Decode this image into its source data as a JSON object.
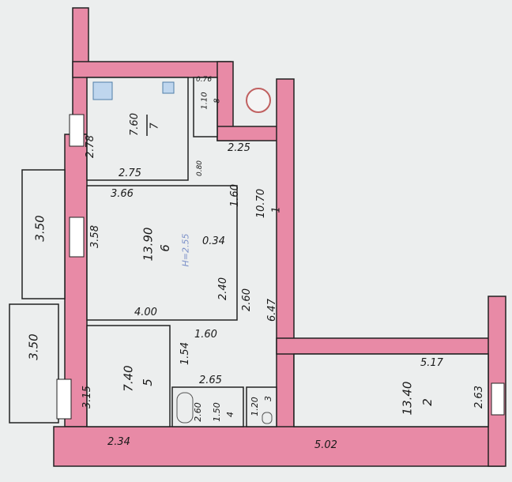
{
  "colors": {
    "wall": "#e88aa6",
    "line": "#222222",
    "paper": "#eceeee"
  },
  "stamp": "Н=2.55",
  "rooms": [
    {
      "number": "7",
      "area": "7.60",
      "dims": [
        "2.78",
        "2.75"
      ]
    },
    {
      "number": "8",
      "area": "1.10",
      "dims": [
        "0.76"
      ]
    },
    {
      "number": "1",
      "area": "10.70",
      "dims": [
        "1.60",
        "2.25",
        "6.47",
        "2.60",
        "0.80"
      ]
    },
    {
      "number": "6",
      "area": "13.90",
      "dims": [
        "3.66",
        "3.58",
        "0.34",
        "2.40",
        "4.00"
      ]
    },
    {
      "number": "5",
      "area": "7.40",
      "dims": [
        "1.54",
        "1.60",
        "3.15",
        "2.34"
      ]
    },
    {
      "number": "4",
      "area": "2.60",
      "dims": [
        "2.65",
        "1.50"
      ]
    },
    {
      "number": "3",
      "area": "1.20",
      "dims": []
    },
    {
      "number": "2",
      "area": "13.40",
      "dims": [
        "5.17",
        "2.63",
        "5.02"
      ]
    }
  ],
  "balconies": [
    "3.50",
    "3.50"
  ]
}
